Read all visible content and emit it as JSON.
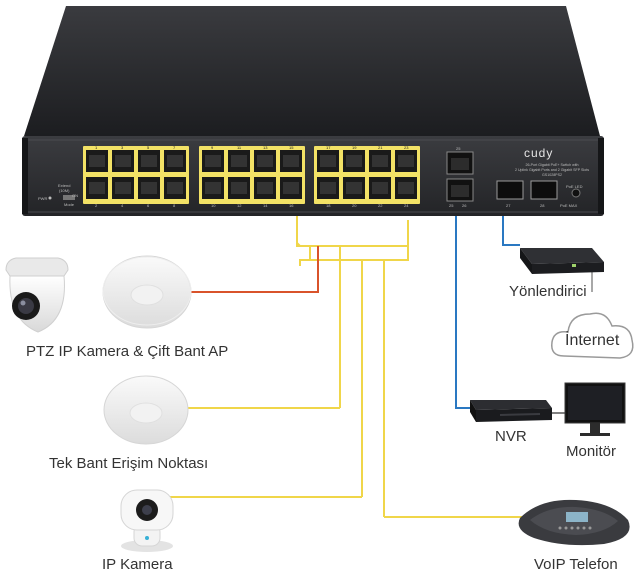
{
  "switch": {
    "brand": "cudy",
    "description_lines": [
      "26-Port Gigabit PoE+ Switch with",
      "2 Uplink Gigabit Ports and 2 Gigabit SFP Slots",
      "GS1028PS2"
    ],
    "mode_label": "Extend",
    "mode_sub": "(10M)",
    "mode_state": "ON",
    "pwr_label": "PWR",
    "mode_key": "Mode",
    "poe_led_label": "PoE LED",
    "poe_max_label": "PoE MAX",
    "port_top_numbers": [
      "1",
      "3",
      "5",
      "7",
      "9",
      "11",
      "13",
      "15",
      "17",
      "19",
      "21",
      "23"
    ],
    "port_bottom_numbers": [
      "2",
      "4",
      "6",
      "8",
      "10",
      "12",
      "14",
      "16",
      "18",
      "20",
      "22",
      "24"
    ],
    "uplink_top": "25",
    "uplink_bottom": [
      "25",
      "26"
    ],
    "sfp_labels": [
      "27",
      "28"
    ]
  },
  "devices": {
    "ptz_label": "PTZ IP Kamera & Çift Bant AP",
    "ap_single_label": "Tek Bant Erişim Noktası",
    "ip_camera_label": "IP Kamera",
    "router_label": "Yönlendirici",
    "internet_label": "İnternet",
    "nvr_label": "NVR",
    "monitor_label": "Monitör",
    "voip_label": "VoIP Telefon"
  },
  "colors": {
    "poe_cable": "#f0d64a",
    "link_orange": "#d9532b",
    "link_blue": "#2a78c2",
    "switch_body": "#2a2b2e",
    "port_yellow": "#f3e266"
  }
}
